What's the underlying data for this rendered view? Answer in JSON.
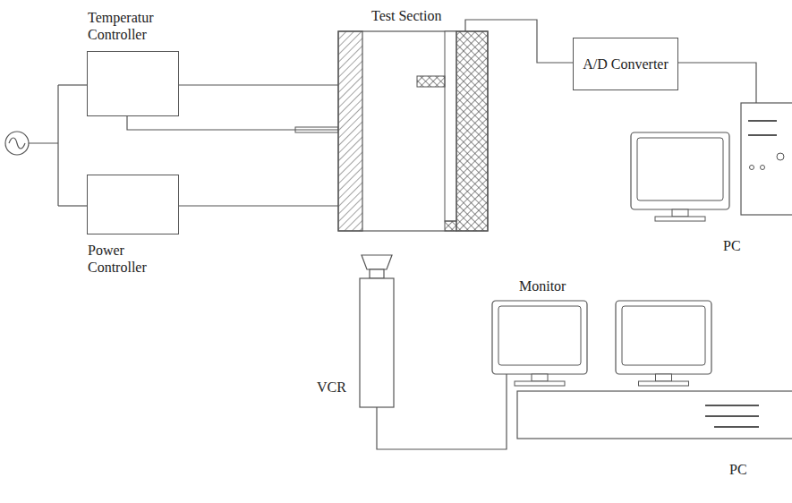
{
  "diagram": {
    "nodes": [
      {
        "text": [
          "Temperatur Controller"
        ]
      },
      {
        "text": [
          "Power Controller"
        ]
      },
      {
        "text": [
          "Test Section"
        ]
      },
      {
        "text": [
          "A/D Converter"
        ]
      },
      {
        "text": [
          "PC"
        ]
      },
      {
        "text": [
          "VCR"
        ]
      },
      {
        "text": [
          "Monitor"
        ]
      },
      {
        "text": [
          "PC"
        ]
      }
    ],
    "edges": [
      {
        "from": 0,
        "to": 2,
        "arrow": "none"
      },
      {
        "from": 0,
        "to": 2,
        "arrow": "none"
      },
      {
        "from": 1,
        "to": 2,
        "arrow": "none"
      },
      {
        "from": 2,
        "to": 3,
        "arrow": "none"
      },
      {
        "from": 3,
        "to": 4,
        "arrow": "none"
      },
      {
        "from": 5,
        "to": 6,
        "arrow": "none"
      }
    ]
  }
}
